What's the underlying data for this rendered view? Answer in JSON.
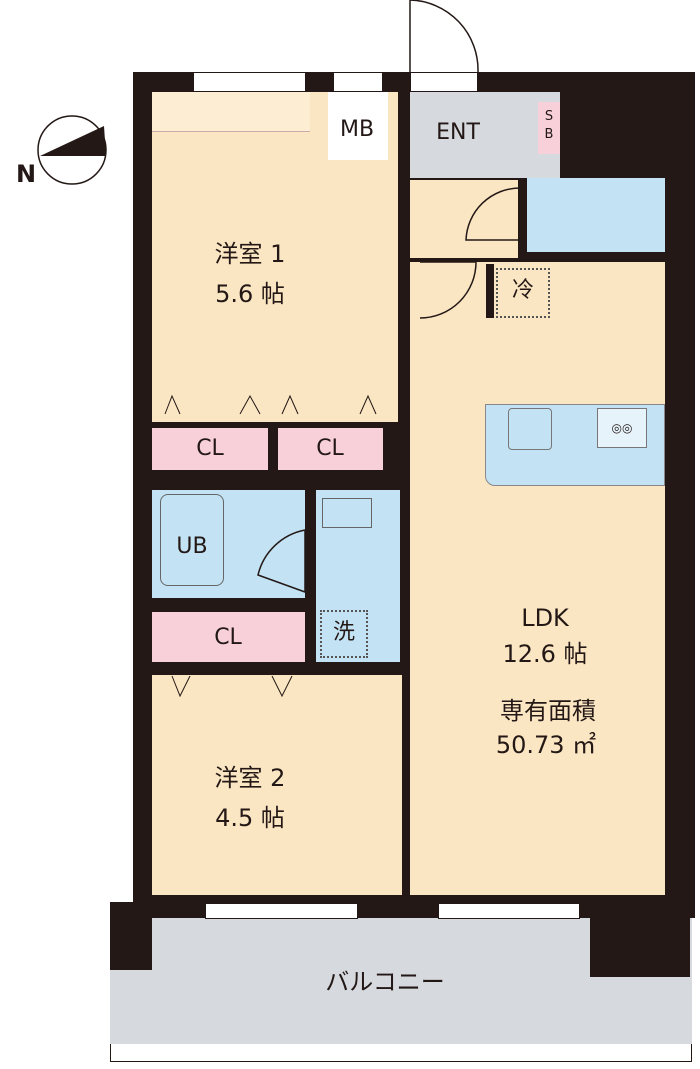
{
  "compass": {
    "label": "N"
  },
  "rooms": {
    "western1": {
      "name": "洋室 1",
      "size": "5.6 帖"
    },
    "western2": {
      "name": "洋室 2",
      "size": "4.5 帖"
    },
    "ldk": {
      "name": "LDK",
      "size": "12.6 帖",
      "area_label": "専有面積",
      "area_value": "50.73 ㎡"
    },
    "mb": "MB",
    "ent": "ENT",
    "sb": "SB",
    "fridge": "冷",
    "ub": "UB",
    "washer": "洗",
    "closets": [
      "CL",
      "CL",
      "CL"
    ],
    "balcony": "バルコニー"
  },
  "colors": {
    "wall": "#231815",
    "floor": "#fbe6c4",
    "wet": "#c3e3f5",
    "closet": "#f7d0da",
    "balcony": "#d6d9de"
  }
}
